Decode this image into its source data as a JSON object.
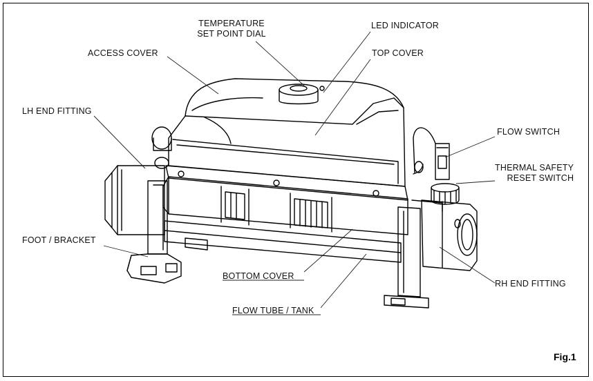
{
  "figure": {
    "caption": "Fig.1"
  },
  "labels": {
    "temperature_dial": [
      "TEMPERATURE",
      "SET POINT DIAL"
    ],
    "led_indicator": "LED INDICATOR",
    "access_cover": "ACCESS COVER",
    "top_cover": "TOP COVER",
    "lh_end_fitting": "LH END FITTING",
    "flow_switch": "FLOW SWITCH",
    "thermal_safety": [
      "THERMAL SAFETY",
      "RESET SWITCH"
    ],
    "foot_bracket": "FOOT / BRACKET",
    "bottom_cover": "BOTTOM COVER",
    "rh_end_fitting": "RH END FITTING",
    "flow_tube": "FLOW TUBE / TANK"
  },
  "colors": {
    "line": "#000000",
    "leader": "#222222",
    "background": "#ffffff"
  }
}
